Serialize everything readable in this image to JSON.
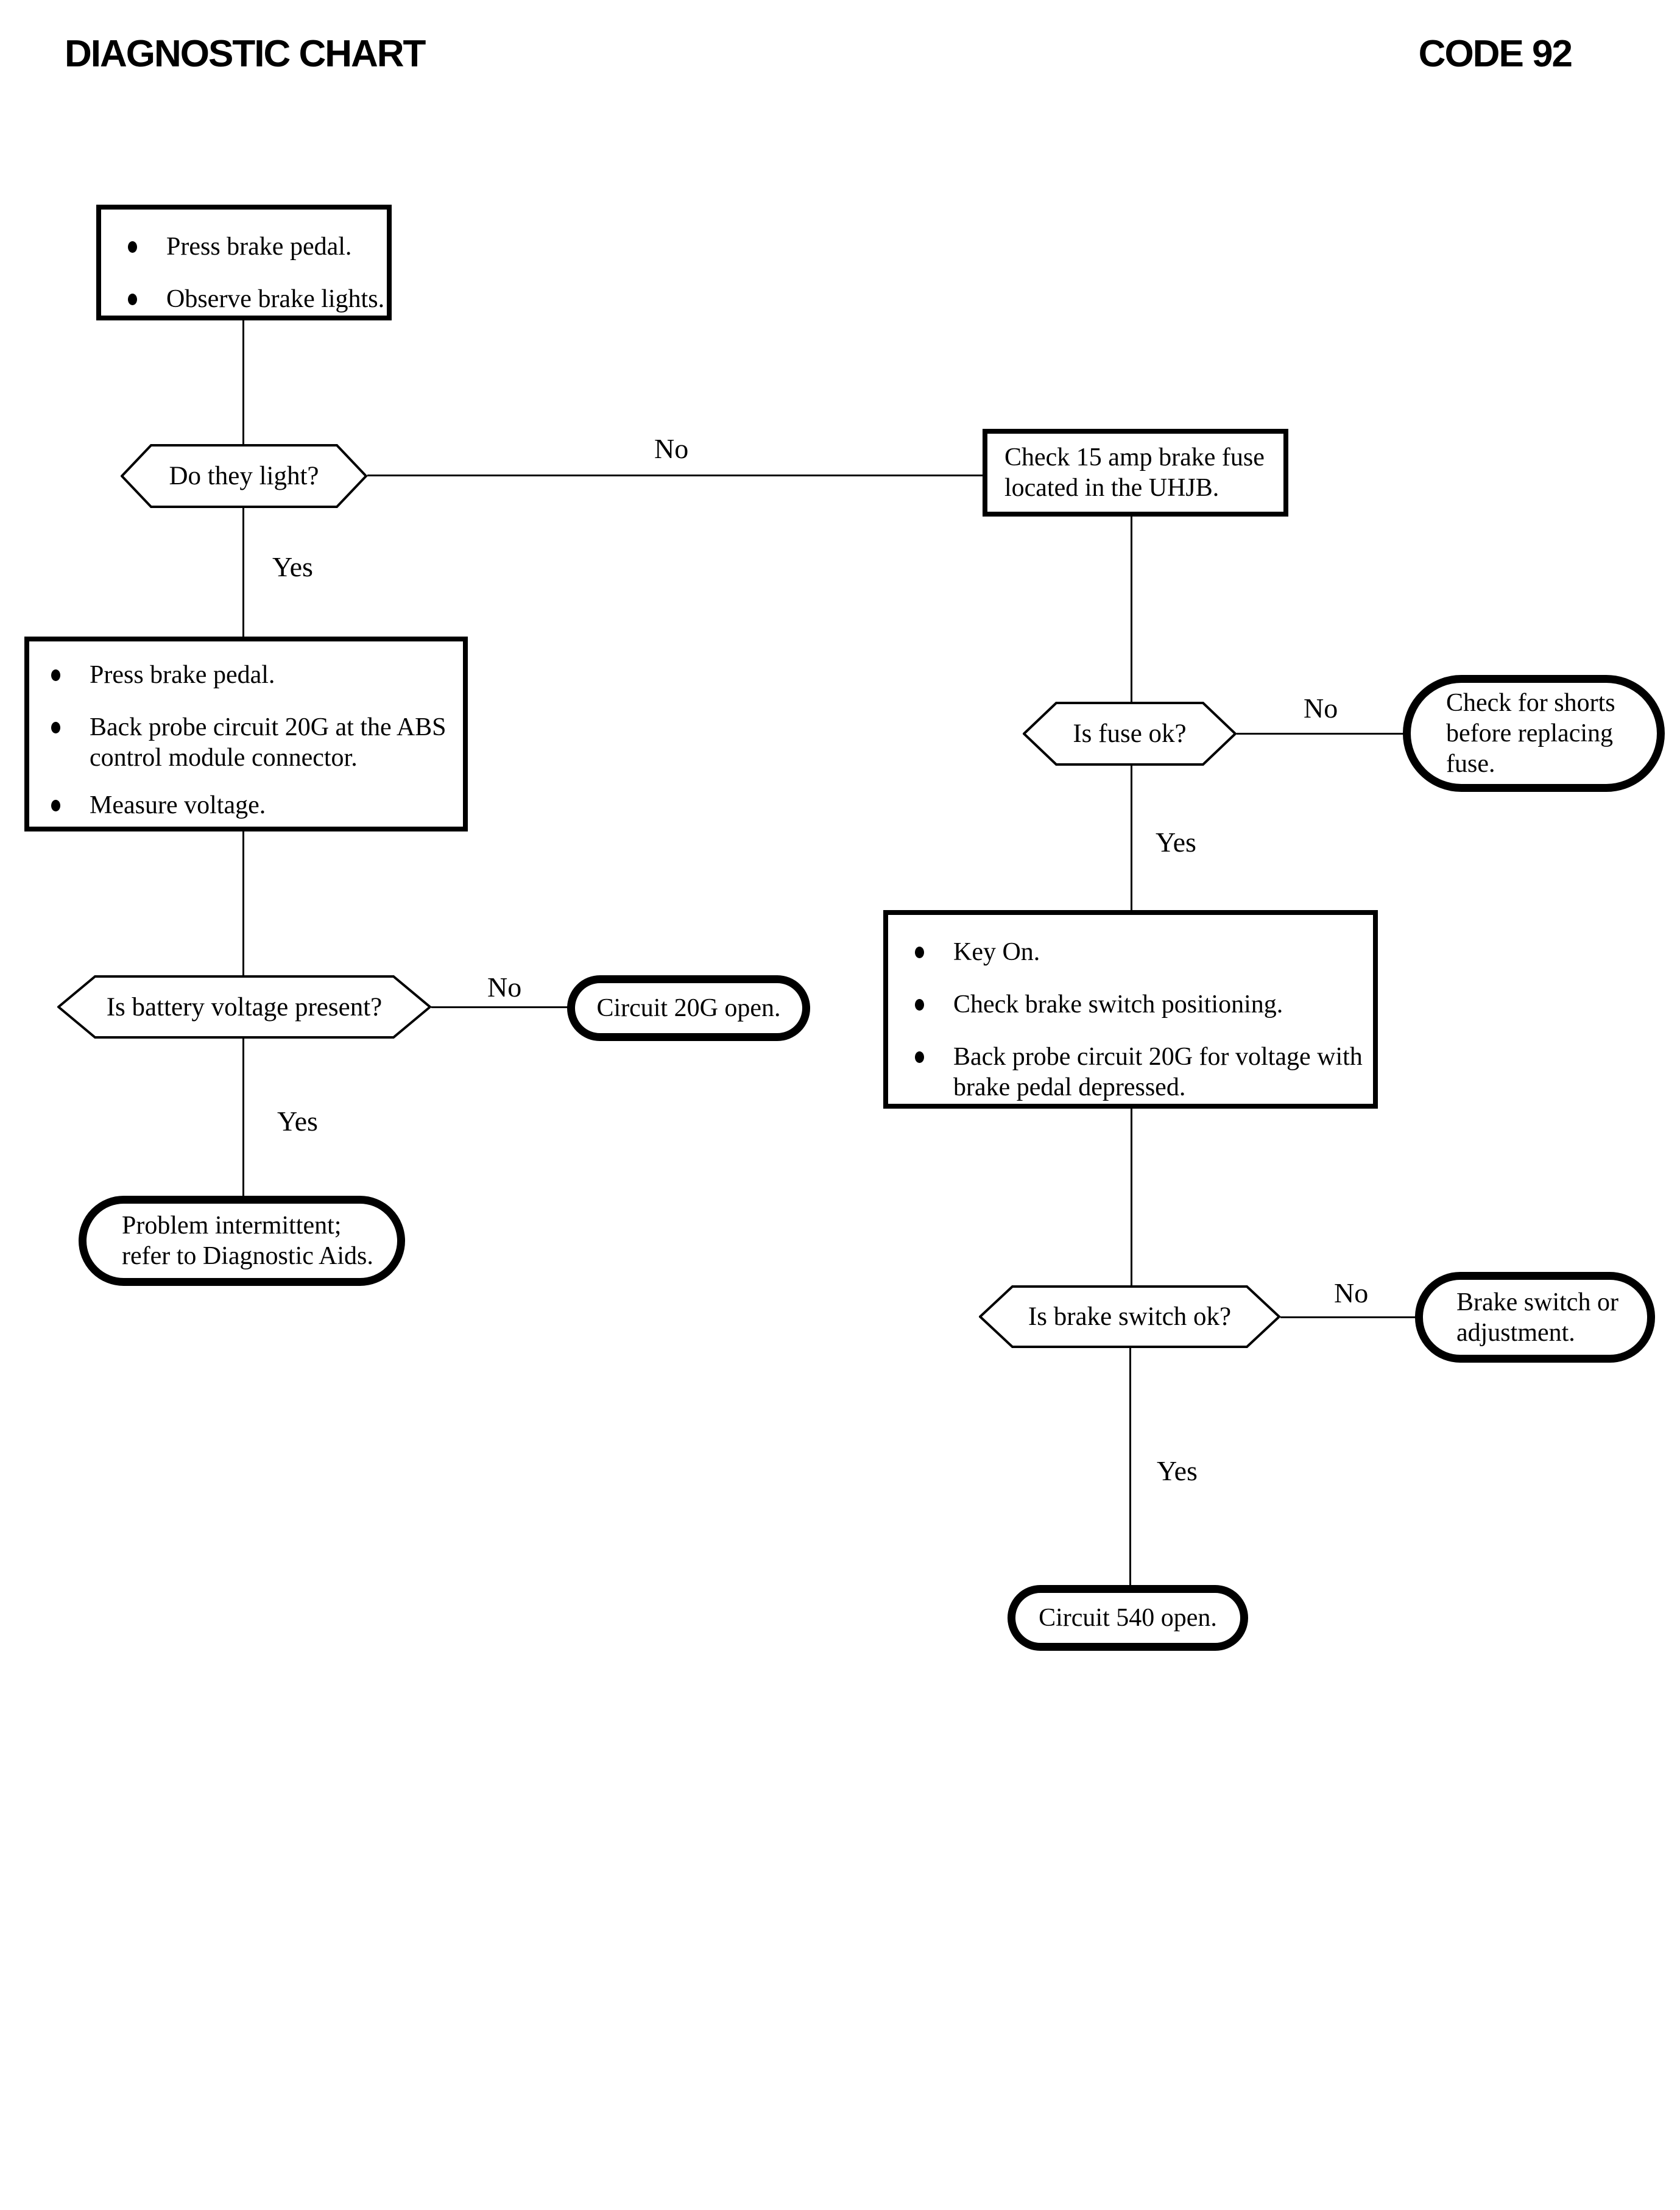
{
  "page": {
    "background": "#ffffff",
    "ink": "#000000"
  },
  "header": {
    "title": "DIAGNOSTIC CHART",
    "code": "CODE 92"
  },
  "labels": {
    "yes": "Yes",
    "no": "No"
  },
  "nodes": {
    "start_box": {
      "type": "process",
      "bullets": [
        [
          "Press brake pedal."
        ],
        [
          "Observe brake lights."
        ]
      ]
    },
    "do_they_light": {
      "type": "decision",
      "question": "Do they light?"
    },
    "check_fuse_box": {
      "type": "process",
      "lines": [
        "Check 15 amp brake fuse",
        "located in the UHJB."
      ]
    },
    "probe_box": {
      "type": "process",
      "bullets": [
        [
          "Press brake pedal."
        ],
        [
          "Back probe circuit 20G at the ABS",
          "control module connector."
        ],
        [
          "Measure voltage."
        ]
      ]
    },
    "is_fuse_ok": {
      "type": "decision",
      "question": "Is fuse ok?"
    },
    "check_shorts": {
      "type": "terminal",
      "lines": [
        "Check for shorts",
        "before replacing",
        "fuse."
      ]
    },
    "is_battery_voltage_present": {
      "type": "decision",
      "question": "Is battery voltage present?"
    },
    "circuit_20g_open": {
      "type": "terminal",
      "lines": [
        "Circuit 20G open."
      ]
    },
    "key_on_box": {
      "type": "process",
      "bullets": [
        [
          "Key On."
        ],
        [
          "Check brake switch positioning."
        ],
        [
          "Back probe circuit 20G for voltage with",
          "brake pedal depressed."
        ]
      ]
    },
    "problem_intermittent": {
      "type": "terminal",
      "lines": [
        "Problem intermittent;",
        "refer to Diagnostic Aids."
      ]
    },
    "is_brake_switch_ok": {
      "type": "decision",
      "question": "Is brake switch ok?"
    },
    "brake_switch_or_adjustment": {
      "type": "terminal",
      "lines": [
        "Brake switch or",
        "adjustment."
      ]
    },
    "circuit_540_open": {
      "type": "terminal",
      "lines": [
        "Circuit 540 open."
      ]
    }
  }
}
